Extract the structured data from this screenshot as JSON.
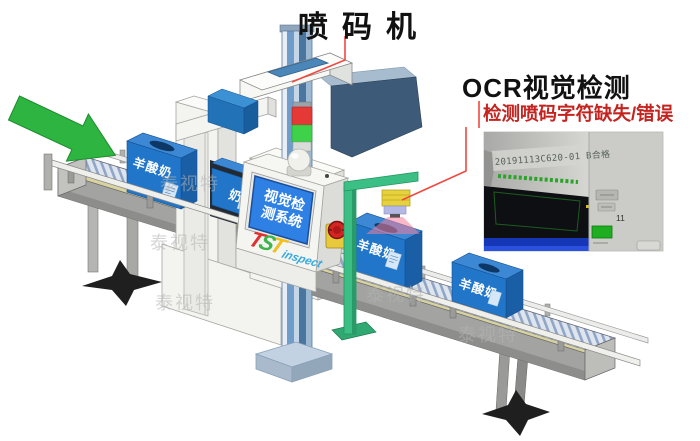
{
  "title": "喷码机",
  "ocr": {
    "heading": "OCR视觉检测",
    "subheading": "检测喷码字符缺失/错误"
  },
  "console": {
    "screen_line1": "视觉检",
    "screen_line2": "测系统"
  },
  "logo": {
    "t1": "T",
    "s": "S",
    "t2": "T",
    "suffix": "inspect"
  },
  "box_label": "羊酸奶",
  "box_label_partial": "奶",
  "watermark": "泰视特",
  "inset": {
    "code": "20191113C620-01 B合格",
    "count": "11"
  },
  "colors": {
    "box_blue": "#2176c9",
    "box_blue_top": "#3d88d4",
    "box_blue_side": "#1a5ea6",
    "arrow_green": "#2eb440",
    "screen_blue": "#2f80e4",
    "pointer_red": "#f04840",
    "camera_green": "#3cbf85",
    "logo_red": "#e03030",
    "logo_green": "#3cb54a",
    "logo_gold": "#f0c020",
    "logo_cyan": "#35a8e0",
    "indicator_green": "#1fae1f"
  }
}
